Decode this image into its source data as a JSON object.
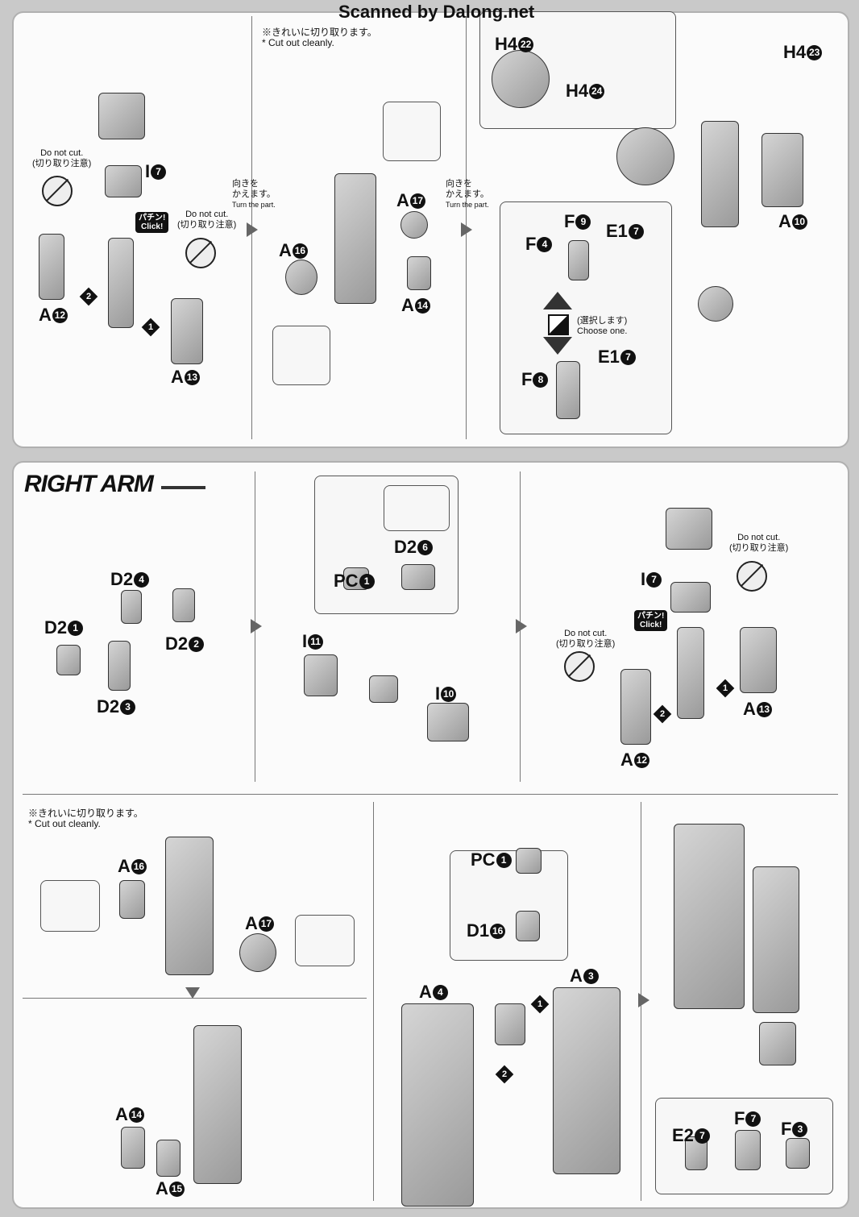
{
  "watermark": "Scanned by Dalong.net",
  "notes": {
    "cut_cleanly_jp": "※きれいに切り取ります。",
    "cut_cleanly_en": "* Cut out cleanly.",
    "do_not_cut_en": "Do not cut.",
    "do_not_cut_jp": "(切り取り注意)",
    "turn_jp_1": "向きを",
    "turn_jp_2": "かえます。",
    "turn_en": "Turn the part.",
    "choose_jp": "(選択します)",
    "choose_en": "Choose one.",
    "click_jp": "パチン!",
    "click_en": "Click!"
  },
  "section_title": "RIGHT ARM",
  "step_numbers": [
    "1",
    "2"
  ],
  "parts_top": [
    {
      "l": "I",
      "n": "7"
    },
    {
      "l": "A",
      "n": "12"
    },
    {
      "l": "A",
      "n": "13"
    },
    {
      "l": "A",
      "n": "16"
    },
    {
      "l": "A",
      "n": "17"
    },
    {
      "l": "A",
      "n": "14"
    },
    {
      "l": "H4",
      "n": "22"
    },
    {
      "l": "H4",
      "n": "24"
    },
    {
      "l": "H4",
      "n": "23"
    },
    {
      "l": "A",
      "n": "10"
    },
    {
      "l": "F",
      "n": "9"
    },
    {
      "l": "F",
      "n": "4"
    },
    {
      "l": "E1",
      "n": "7"
    },
    {
      "l": "F",
      "n": "8"
    },
    {
      "l": "E1",
      "n": "7"
    }
  ],
  "parts_bottom": [
    {
      "l": "D2",
      "n": "4"
    },
    {
      "l": "D2",
      "n": "1"
    },
    {
      "l": "D2",
      "n": "2"
    },
    {
      "l": "D2",
      "n": "3"
    },
    {
      "l": "D2",
      "n": "6"
    },
    {
      "l": "PC",
      "n": "1"
    },
    {
      "l": "I",
      "n": "11"
    },
    {
      "l": "I",
      "n": "10"
    },
    {
      "l": "I",
      "n": "7"
    },
    {
      "l": "A",
      "n": "13"
    },
    {
      "l": "A",
      "n": "12"
    },
    {
      "l": "A",
      "n": "16"
    },
    {
      "l": "A",
      "n": "17"
    },
    {
      "l": "A",
      "n": "14"
    },
    {
      "l": "A",
      "n": "15"
    },
    {
      "l": "PC",
      "n": "1"
    },
    {
      "l": "D1",
      "n": "16"
    },
    {
      "l": "A",
      "n": "4"
    },
    {
      "l": "A",
      "n": "3"
    },
    {
      "l": "F",
      "n": "7"
    },
    {
      "l": "E2",
      "n": "7"
    },
    {
      "l": "F",
      "n": "3"
    }
  ]
}
